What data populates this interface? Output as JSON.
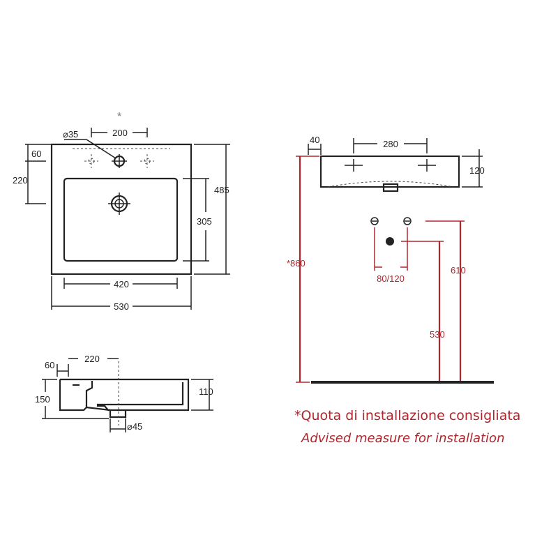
{
  "top_view": {
    "marker": "*",
    "dim_hole_diameter": "⌀35",
    "dim_tap_spacing": "200",
    "dim_edge_to_tap": "60",
    "dim_back_to_bowl": "220",
    "dim_overall_depth": "485",
    "dim_bowl_depth": "305",
    "dim_bowl_width": "420",
    "dim_overall_width": "530"
  },
  "section_view": {
    "dim_edge_offset": "60",
    "dim_waste_position": "220",
    "dim_total_height": "150",
    "dim_rim_height": "110",
    "dim_waste_diameter": "⌀45"
  },
  "front_view": {
    "dim_side_offset": "40",
    "dim_tap_spacing": "280",
    "dim_height": "120",
    "dim_install_height": "*860",
    "dim_supply_spacing": "80/120",
    "dim_supply_height": "610",
    "dim_waste_height": "530"
  },
  "notes": {
    "italian": "*Quota di installazione consigliata",
    "english": "Advised measure for installation"
  },
  "colors": {
    "ink": "#222222",
    "accent": "#b0262d"
  }
}
